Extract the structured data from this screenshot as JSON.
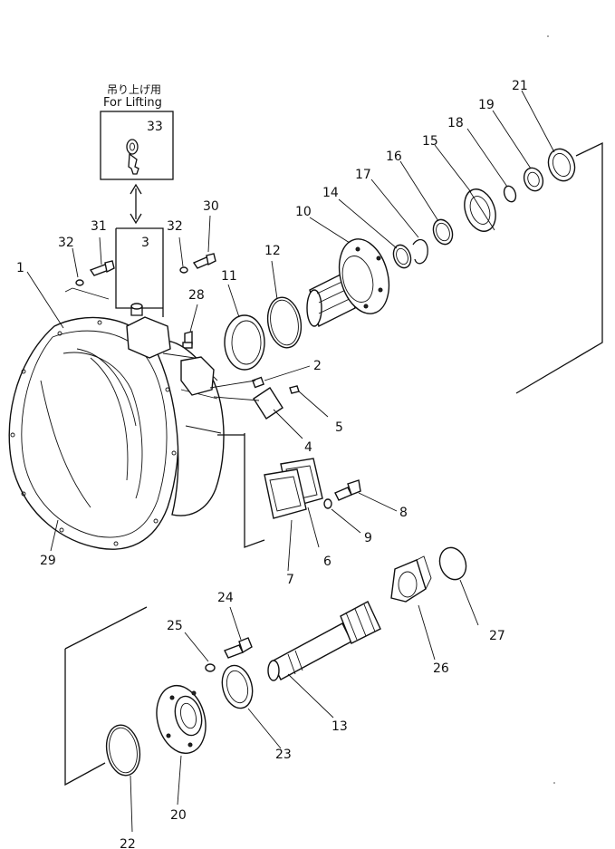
{
  "lifting_box": {
    "label_jp": "吊り上げ用",
    "label_en": "For Lifting",
    "part_number": "33"
  },
  "callouts": [
    {
      "id": "c1",
      "text": "1"
    },
    {
      "id": "c2",
      "text": "2"
    },
    {
      "id": "c3",
      "text": "3"
    },
    {
      "id": "c4",
      "text": "4"
    },
    {
      "id": "c5",
      "text": "5"
    },
    {
      "id": "c6",
      "text": "6"
    },
    {
      "id": "c7",
      "text": "7"
    },
    {
      "id": "c8",
      "text": "8"
    },
    {
      "id": "c9",
      "text": "9"
    },
    {
      "id": "c10",
      "text": "10"
    },
    {
      "id": "c11",
      "text": "11"
    },
    {
      "id": "c12",
      "text": "12"
    },
    {
      "id": "c13",
      "text": "13"
    },
    {
      "id": "c14",
      "text": "14"
    },
    {
      "id": "c15",
      "text": "15"
    },
    {
      "id": "c16",
      "text": "16"
    },
    {
      "id": "c17",
      "text": "17"
    },
    {
      "id": "c18",
      "text": "18"
    },
    {
      "id": "c19",
      "text": "19"
    },
    {
      "id": "c20",
      "text": "20"
    },
    {
      "id": "c21",
      "text": "21"
    },
    {
      "id": "c22",
      "text": "22"
    },
    {
      "id": "c23",
      "text": "23"
    },
    {
      "id": "c24",
      "text": "24"
    },
    {
      "id": "c25",
      "text": "25"
    },
    {
      "id": "c26",
      "text": "26"
    },
    {
      "id": "c27",
      "text": "27"
    },
    {
      "id": "c28",
      "text": "28"
    },
    {
      "id": "c29",
      "text": "29"
    },
    {
      "id": "c30",
      "text": "30"
    },
    {
      "id": "c31",
      "text": "31"
    },
    {
      "id": "c32a",
      "text": "32"
    },
    {
      "id": "c32b",
      "text": "32"
    }
  ]
}
